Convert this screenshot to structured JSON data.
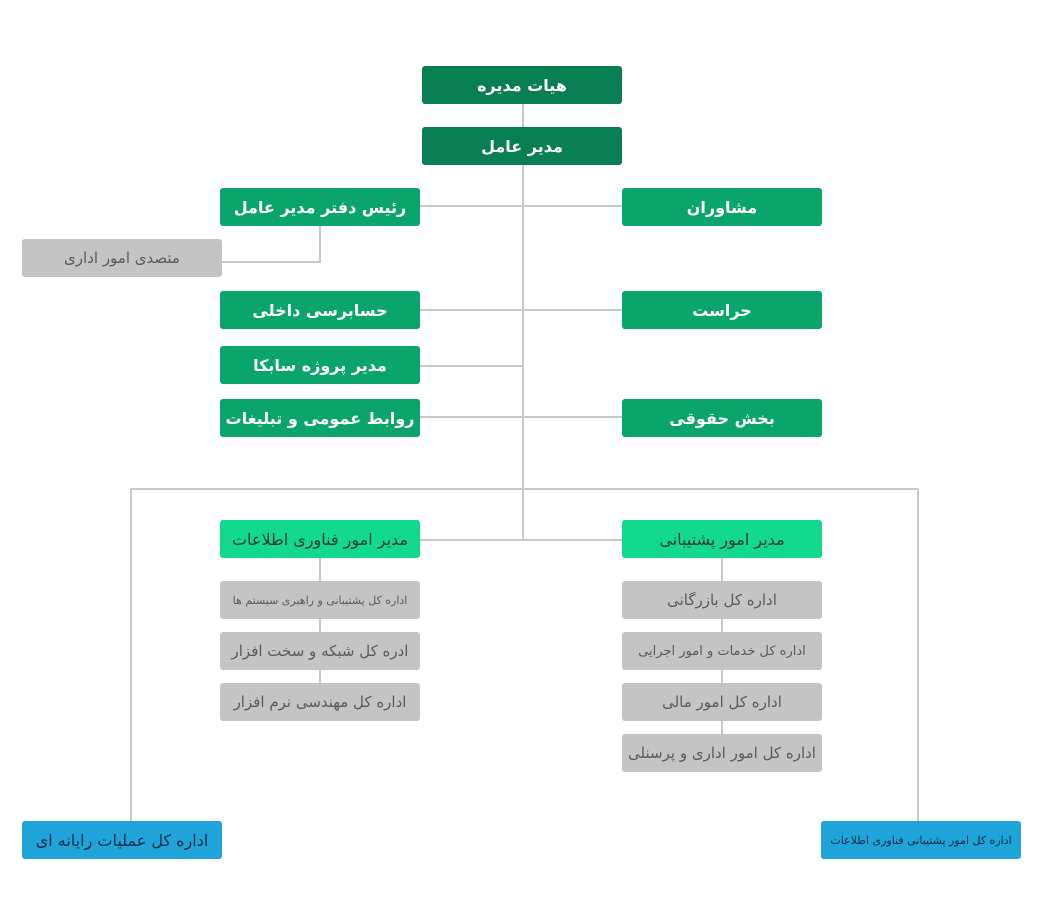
{
  "board": "هیات مدیره",
  "ceo": "مدیر عامل",
  "left": {
    "office_head": "رئیس دفتر مدیر عامل",
    "admin_clerk": "متصدی امور اداری",
    "internal_audit": "حسابرسی داخلی",
    "sabka_manager": "مدیر پروژه سابکا",
    "pr": "روابط عمومی و تبلیغات"
  },
  "right": {
    "advisors": "مشاوران",
    "security": "حراست",
    "legal": "بخش حقوقی"
  },
  "it": {
    "manager": "مدیر امور فناوری اطلاعات",
    "items": [
      "اداره کل پشتیبانی و راهبری سیستم ها",
      "ادره کل شبکه و سخت افزار",
      "اداره کل مهندسی نرم افزار"
    ]
  },
  "support": {
    "manager": "مدیر امور پشتیبانی",
    "items": [
      "اداره کل بازرگانی",
      "اداره کل خدمات و امور اجرایی",
      "اداره کل امور مالی",
      "اداره کل امور اداری و پرسنلی"
    ]
  },
  "computing_ops": "اداره کل عملیات رایانه ای",
  "it_support": "اداره کل امور پشتیبانی فناوری اطلاعات",
  "colors": {
    "dark_green": "#077f52",
    "green": "#0aa56b",
    "bright_green": "#12d98d",
    "gray": "#c4c4c4",
    "blue": "#1ea4d8",
    "line": "#c8c8c8"
  }
}
